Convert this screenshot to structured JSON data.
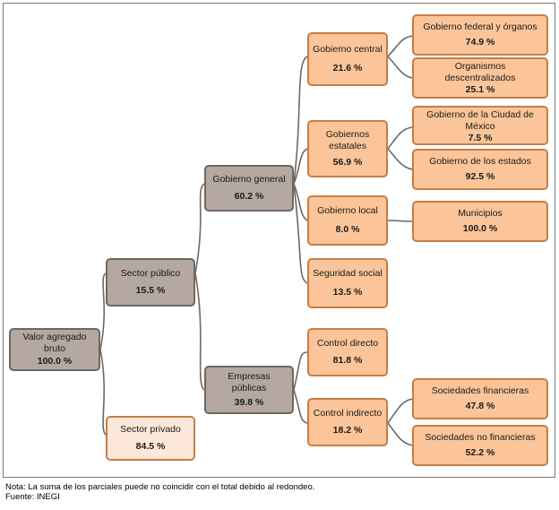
{
  "nodes": {
    "valor": {
      "label": "Valor agregado bruto",
      "pct": "100.0 %"
    },
    "publico": {
      "label": "Sector público",
      "pct": "15.5 %"
    },
    "privado": {
      "label": "Sector privado",
      "pct": "84.5 %"
    },
    "gob_general": {
      "label": "Gobierno general",
      "pct": "60.2 %"
    },
    "empresas": {
      "label": "Empresas públicas",
      "pct": "39.8 %"
    },
    "gob_central": {
      "label": "Gobierno central",
      "pct": "21.6 %"
    },
    "estatales": {
      "label": "Gobiernos estatales",
      "pct": "56.9 %"
    },
    "gob_local": {
      "label": "Gobierno local",
      "pct": "8.0 %"
    },
    "seguridad": {
      "label": "Seguridad social",
      "pct": "13.5 %"
    },
    "ctrl_directo": {
      "label": "Control directo",
      "pct": "81.8 %"
    },
    "ctrl_indirecto": {
      "label": "Control indirecto",
      "pct": "18.2 %"
    },
    "federal": {
      "label": "Gobierno federal y órganos",
      "pct": "74.9 %"
    },
    "organismos": {
      "label": "Organismos descentralizados",
      "pct": "25.1 %"
    },
    "cdmx": {
      "label": "Gobierno de la Ciudad de México",
      "pct": "7.5 %"
    },
    "estados": {
      "label": "Gobierno de los estados",
      "pct": "92.5 %"
    },
    "municipios": {
      "label": "Municipios",
      "pct": "100.0 %"
    },
    "soc_fin": {
      "label": "Sociedades financieras",
      "pct": "47.8 %"
    },
    "soc_nofin": {
      "label": "Sociedades no financieras",
      "pct": "52.2 %"
    }
  },
  "footer": {
    "nota": "Nota: La suma de los parciales puede no coincidir con el total debido al redondeo.",
    "fuente": "Fuente: INEGI"
  },
  "colors": {
    "gray_fill": "#b4a8a1",
    "orange_fill": "#fbc599",
    "pale_fill": "#fde7d9",
    "connector": "#6f6762"
  }
}
